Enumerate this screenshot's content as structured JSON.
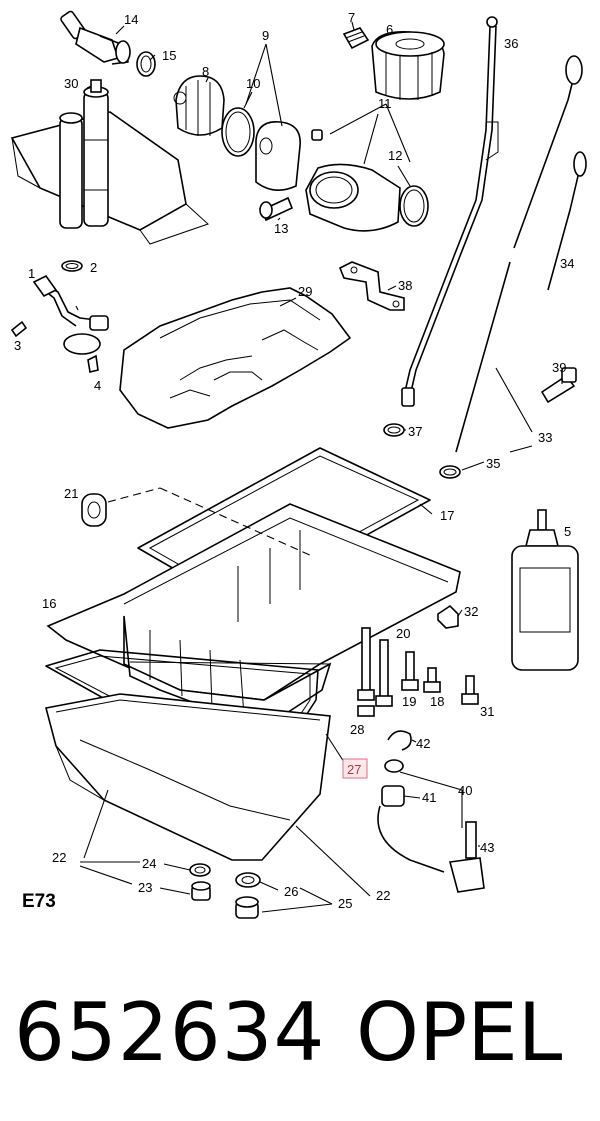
{
  "diagram": {
    "section_code": "E73",
    "highlighted_label": "27",
    "labels": [
      {
        "id": "l14",
        "text": "14"
      },
      {
        "id": "l15",
        "text": "15"
      },
      {
        "id": "l30",
        "text": "30"
      },
      {
        "id": "l8",
        "text": "8"
      },
      {
        "id": "l9",
        "text": "9"
      },
      {
        "id": "l10",
        "text": "10"
      },
      {
        "id": "l7",
        "text": "7"
      },
      {
        "id": "l6",
        "text": "6"
      },
      {
        "id": "l36",
        "text": "36"
      },
      {
        "id": "l11",
        "text": "11"
      },
      {
        "id": "l12",
        "text": "12"
      },
      {
        "id": "l13",
        "text": "13"
      },
      {
        "id": "l1",
        "text": "1"
      },
      {
        "id": "l2",
        "text": "2"
      },
      {
        "id": "l3",
        "text": "3"
      },
      {
        "id": "l4",
        "text": "4"
      },
      {
        "id": "l29",
        "text": "29"
      },
      {
        "id": "l38",
        "text": "38"
      },
      {
        "id": "l34",
        "text": "34"
      },
      {
        "id": "l39",
        "text": "39"
      },
      {
        "id": "l37",
        "text": "37"
      },
      {
        "id": "l33",
        "text": "33"
      },
      {
        "id": "l35",
        "text": "35"
      },
      {
        "id": "l21",
        "text": "21"
      },
      {
        "id": "l17",
        "text": "17"
      },
      {
        "id": "l5",
        "text": "5"
      },
      {
        "id": "l16",
        "text": "16"
      },
      {
        "id": "l32",
        "text": "32"
      },
      {
        "id": "l20",
        "text": "20"
      },
      {
        "id": "l19",
        "text": "19"
      },
      {
        "id": "l18",
        "text": "18"
      },
      {
        "id": "l31",
        "text": "31"
      },
      {
        "id": "l28",
        "text": "28"
      },
      {
        "id": "l42",
        "text": "42"
      },
      {
        "id": "l40",
        "text": "40"
      },
      {
        "id": "l41",
        "text": "41"
      },
      {
        "id": "l43",
        "text": "43"
      },
      {
        "id": "l22a",
        "text": "22"
      },
      {
        "id": "l24",
        "text": "24"
      },
      {
        "id": "l23",
        "text": "23"
      },
      {
        "id": "l26",
        "text": "26"
      },
      {
        "id": "l25",
        "text": "25"
      },
      {
        "id": "l22b",
        "text": "22"
      }
    ]
  },
  "footer": {
    "part_number": "652634",
    "brand": "OPEL"
  },
  "colors": {
    "line": "#000000",
    "highlight_stroke": "#e0707d",
    "highlight_fill": "#fde8ea",
    "highlight_text": "#c0303f"
  }
}
